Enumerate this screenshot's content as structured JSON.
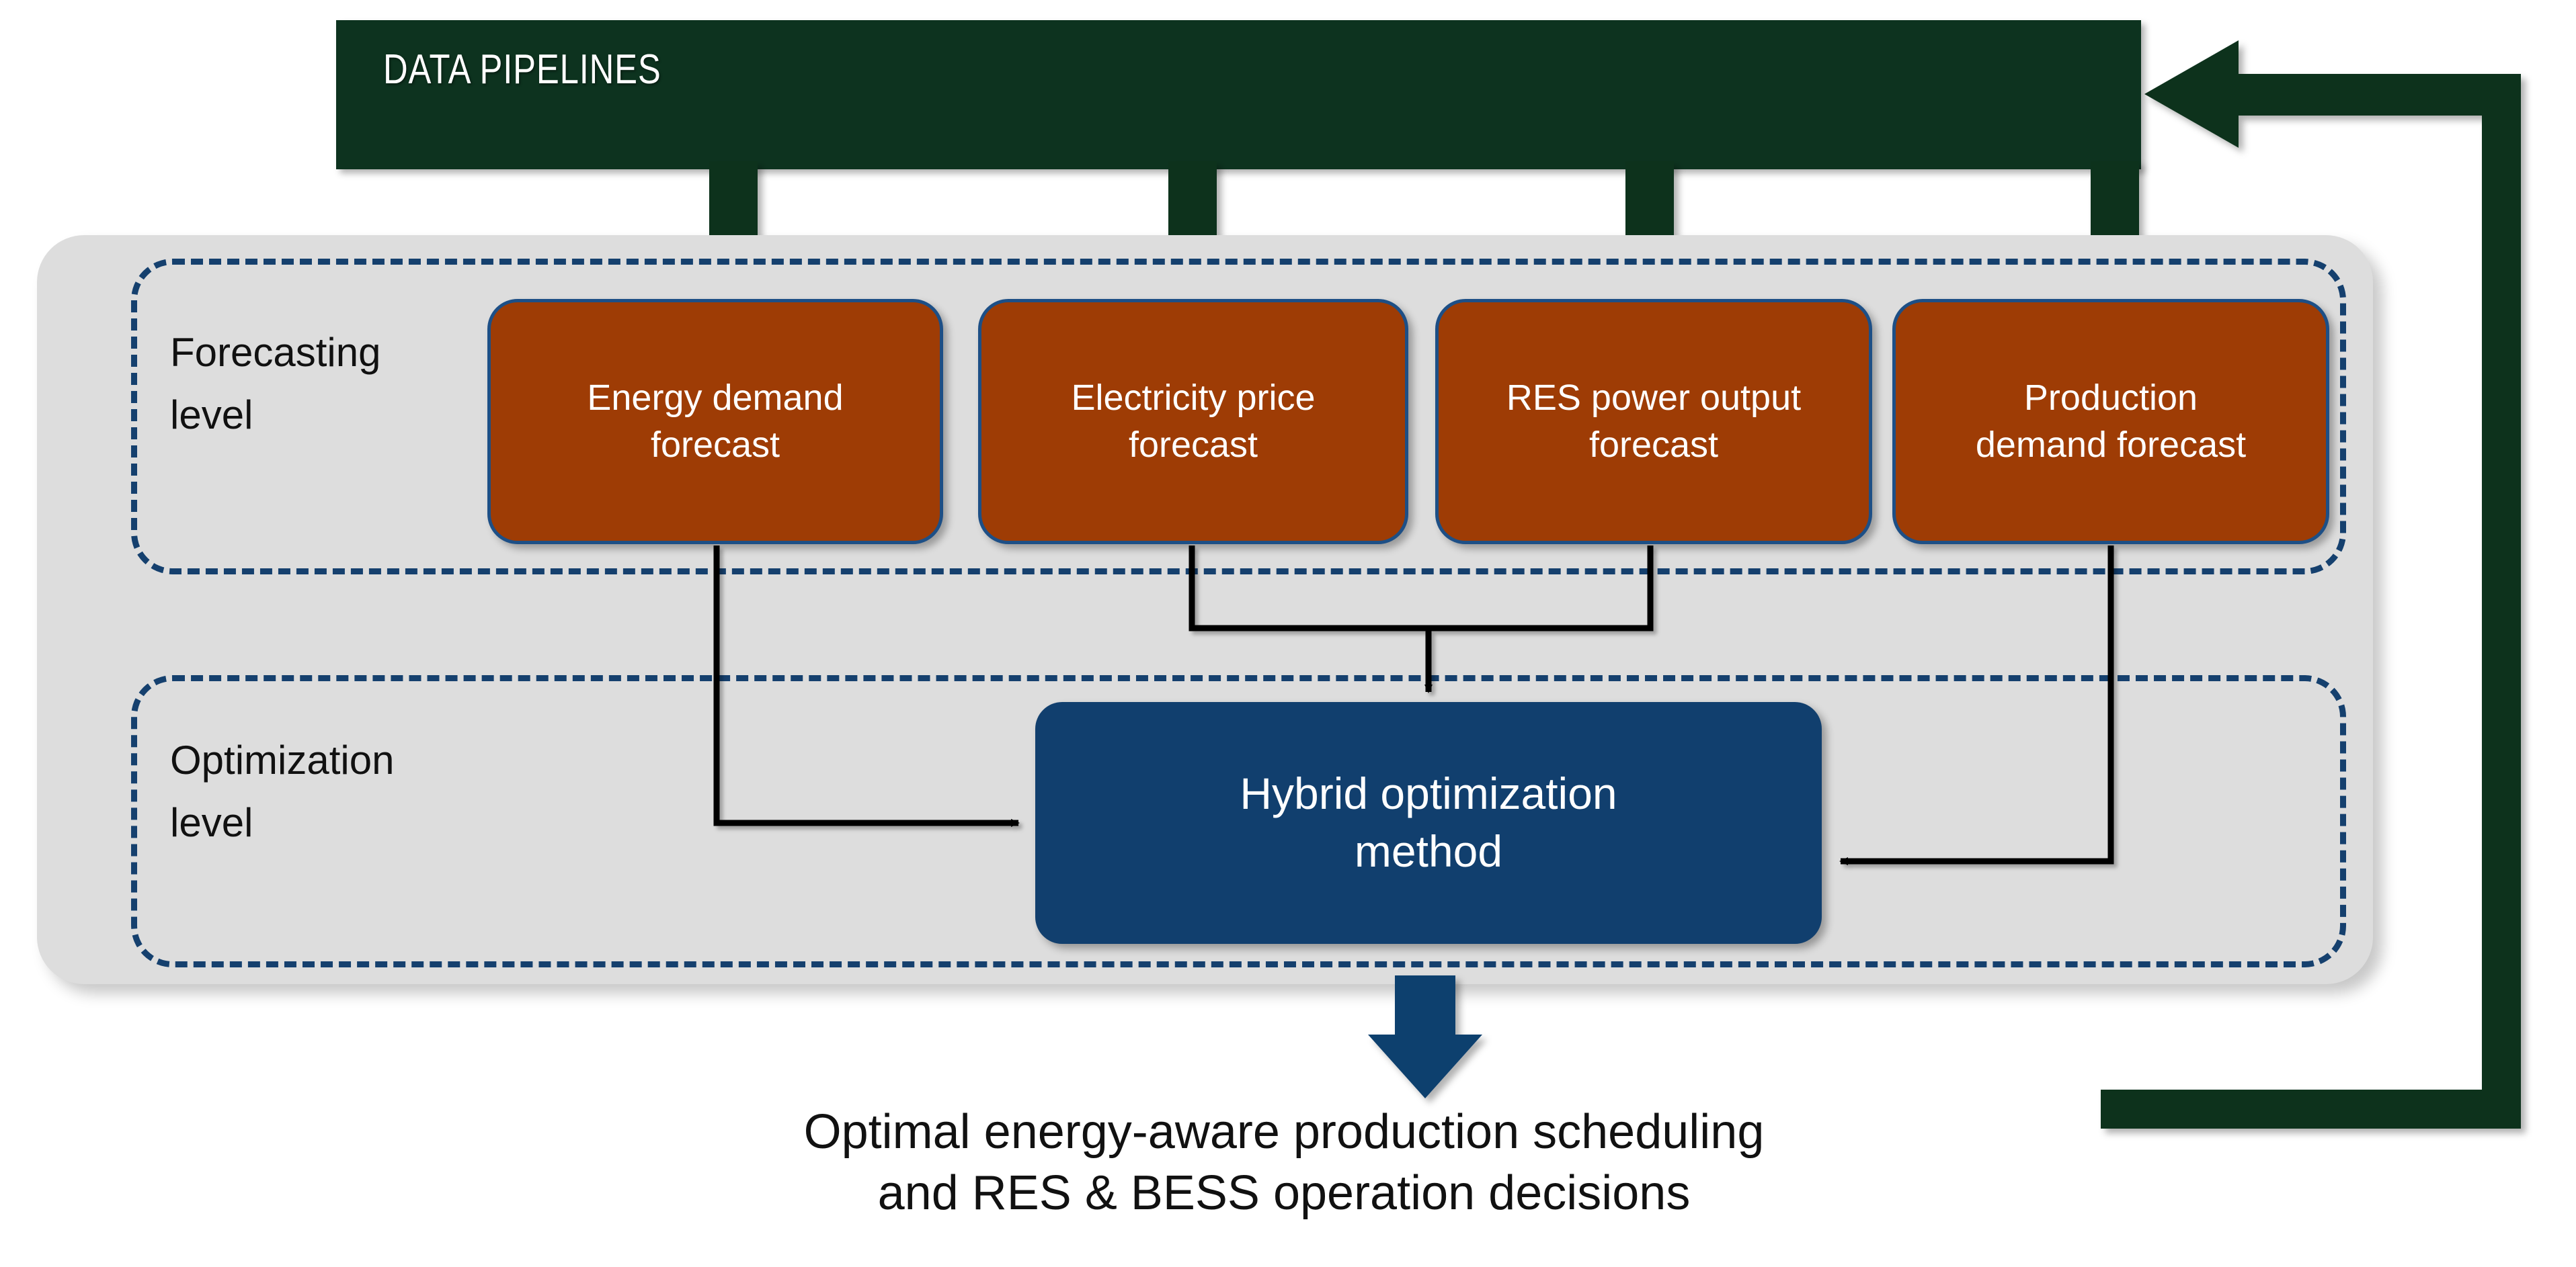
{
  "pipeline": {
    "title": "DATA PIPELINES",
    "color": "#0d331f",
    "arrow_count": 4
  },
  "levels": [
    {
      "id": "forecasting",
      "label": "Forecasting\nlevel"
    },
    {
      "id": "optimization",
      "label": "Optimization\nlevel"
    }
  ],
  "forecast_boxes": [
    {
      "label": "Energy demand\nforecast"
    },
    {
      "label": "Electricity price\nforecast"
    },
    {
      "label": "RES power output\nforecast"
    },
    {
      "label": "Production\ndemand forecast"
    }
  ],
  "optimization_box": {
    "label": "Hybrid optimization\nmethod",
    "color": "#113f6e"
  },
  "output": {
    "caption": "Optimal energy-aware production scheduling\nand RES & BESS operation decisions"
  },
  "feedback_loop": {
    "description": "feedback-arrow-to-data-pipelines",
    "color": "#0d331f"
  },
  "colors": {
    "green": "#0d331f",
    "orange": "#9e3c05",
    "navy": "#113f6e",
    "dashed_border": "#15406e",
    "panel_grey": "#dddddd",
    "connector_black": "#000000",
    "text_dark": "#111111",
    "text_light": "#ffffff"
  }
}
